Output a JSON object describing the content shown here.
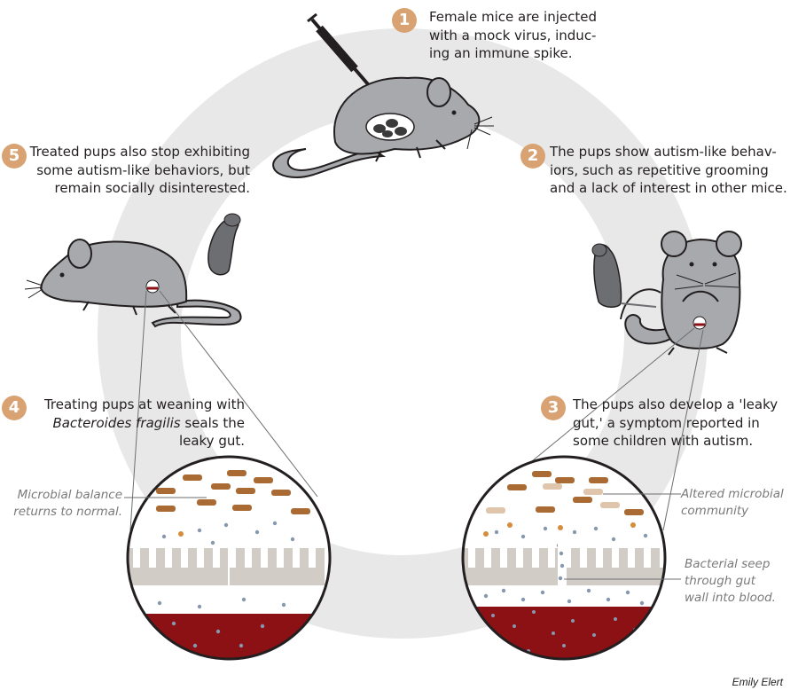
{
  "colors": {
    "step_badge": "#d8a273",
    "ring": "#e9e8e8",
    "mouse": "#a7a9ac",
    "mouse_dark": "#6d6e71",
    "outline": "#231f20",
    "blood": "#8b1114",
    "tissue": "#d1cdc6",
    "bacteria_brown": "#a96a34",
    "bacteria_tan": "#e0c5ad",
    "bacteria_orange": "#d68c3a",
    "seep_dot": "#8797ae"
  },
  "steps": [
    {
      "number": "1",
      "lines": [
        "Female mice are injected",
        "with a mock virus, induc-",
        "ing an immune spike."
      ]
    },
    {
      "number": "2",
      "lines": [
        "The pups show autism-like behav-",
        "iors, such as repetitive grooming",
        "and a lack of interest in other mice."
      ]
    },
    {
      "number": "3",
      "lines": [
        "The pups also develop a 'leaky",
        "gut,' a symptom reported in",
        "some children with autism."
      ]
    },
    {
      "number": "4",
      "line1": "Treating pups at weaning with",
      "species": "Bacteroides fragilis",
      "line2_rest": " seals the",
      "line3": "leaky gut."
    },
    {
      "number": "5",
      "lines": [
        "Treated pups also stop exhibiting",
        "some autism-like behaviors, but",
        "remain socially disinterested."
      ]
    }
  ],
  "annotations": {
    "microbial_balance": [
      "Microbial balance",
      "returns to normal."
    ],
    "altered_community": [
      "Altered microbial",
      "community"
    ],
    "bacterial_seep": [
      "Bacterial seep",
      "through gut",
      "wall into blood."
    ]
  },
  "credit": "Emily Elert"
}
